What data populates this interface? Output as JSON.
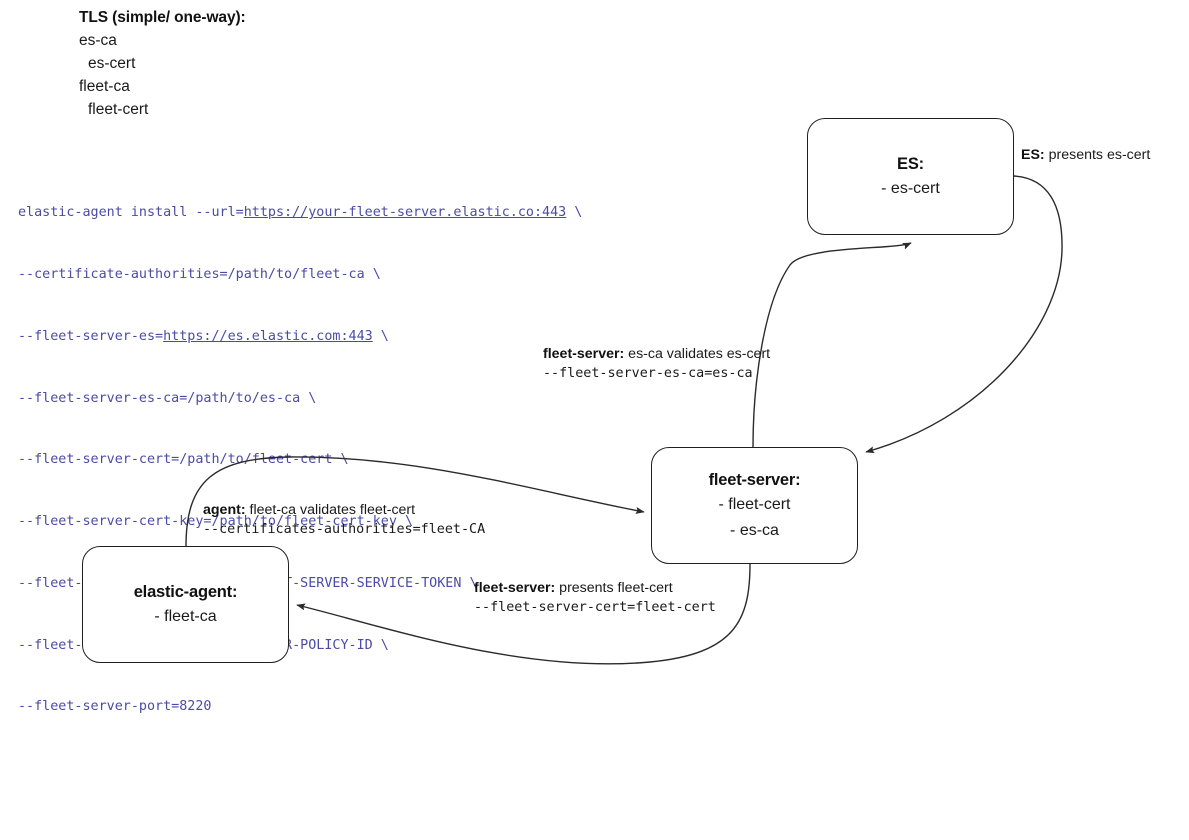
{
  "legend": {
    "title": "TLS (simple/ one-way):",
    "lines": [
      {
        "text": "es-ca",
        "indent": false
      },
      {
        "text": "es-cert",
        "indent": true
      },
      {
        "text": "fleet-ca",
        "indent": false
      },
      {
        "text": "fleet-cert",
        "indent": true
      }
    ]
  },
  "command": {
    "color": "#4b4ba6",
    "lines": [
      {
        "pre": "elastic-agent install --url=",
        "link": "https://your-fleet-server.elastic.co:443",
        "post": " \\"
      },
      {
        "pre": "--certificate-authorities=/path/to/fleet-ca \\",
        "link": "",
        "post": ""
      },
      {
        "pre": "--fleet-server-es=",
        "link": "https://es.elastic.com:443",
        "post": " \\"
      },
      {
        "pre": "--fleet-server-es-ca=/path/to/es-ca \\",
        "link": "",
        "post": ""
      },
      {
        "pre": "--fleet-server-cert=/path/to/fleet-cert \\",
        "link": "",
        "post": ""
      },
      {
        "pre": "--fleet-server-cert-key=/path/to/fleet-cert-key \\",
        "link": "",
        "post": ""
      },
      {
        "pre": "--fleet-server-service-token=FLEET-SERVER-SERVICE-TOKEN \\",
        "link": "",
        "post": ""
      },
      {
        "pre": "--fleet-server-policy=FLEET-SERVER-POLICY-ID \\",
        "link": "",
        "post": ""
      },
      {
        "pre": "--fleet-server-port=8220",
        "link": "",
        "post": ""
      }
    ]
  },
  "nodes": {
    "es": {
      "title": "ES:",
      "items": [
        "- es-cert"
      ]
    },
    "fleet_server": {
      "title": "fleet-server:",
      "items": [
        "- fleet-cert",
        "- es-ca"
      ]
    },
    "elastic_agent": {
      "title": "elastic-agent:",
      "items": [
        "- fleet-ca"
      ]
    }
  },
  "edge_labels": {
    "es_presents": {
      "actor": "ES:",
      "prose": " presents es-cert",
      "code": ""
    },
    "fleet_validates": {
      "actor": "fleet-server:",
      "prose": " es-ca validates es-cert",
      "code": "--fleet-server-es-ca=es-ca"
    },
    "agent_validates": {
      "actor": "agent:",
      "prose": " fleet-ca validates fleet-cert",
      "code": "--certificates-authorities=fleet-CA"
    },
    "fleet_presents": {
      "actor": "fleet-server:",
      "prose": " presents fleet-cert",
      "code": "--fleet-server-cert=fleet-cert"
    }
  },
  "colors": {
    "stroke": "#1f1f1f",
    "edge": "#2a2a2a",
    "code_text": "#4b4ba6",
    "body_text": "#1a1a1a",
    "background": "#ffffff"
  }
}
